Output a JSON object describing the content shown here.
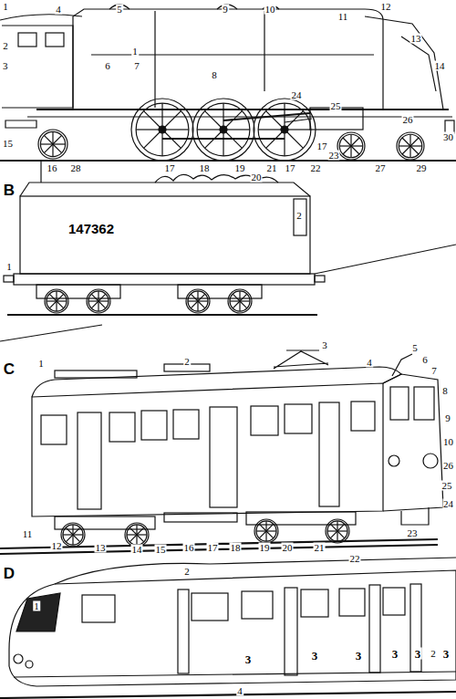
{
  "diagram": {
    "labels": [
      "1",
      "2",
      "3",
      "4",
      "5",
      "6",
      "7",
      "1",
      "8",
      "9",
      "10",
      "11",
      "12",
      "13",
      "14",
      "15",
      "16",
      "28",
      "17",
      "18",
      "19",
      "20",
      "21",
      "17",
      "22",
      "23",
      "27",
      "29",
      "30",
      "26",
      "24",
      "25",
      "17",
      "B",
      "1",
      "2",
      "147362",
      "C",
      "1",
      "2",
      "3",
      "4",
      "5",
      "6",
      "7",
      "8",
      "9",
      "10",
      "26",
      "25",
      "24",
      "23",
      "11",
      "12",
      "13",
      "14",
      "15",
      "16",
      "17",
      "18",
      "19",
      "20",
      "21",
      "22",
      "D",
      "1",
      "2",
      "3",
      "3",
      "3",
      "3",
      "3",
      "2",
      "3",
      "4"
    ]
  }
}
